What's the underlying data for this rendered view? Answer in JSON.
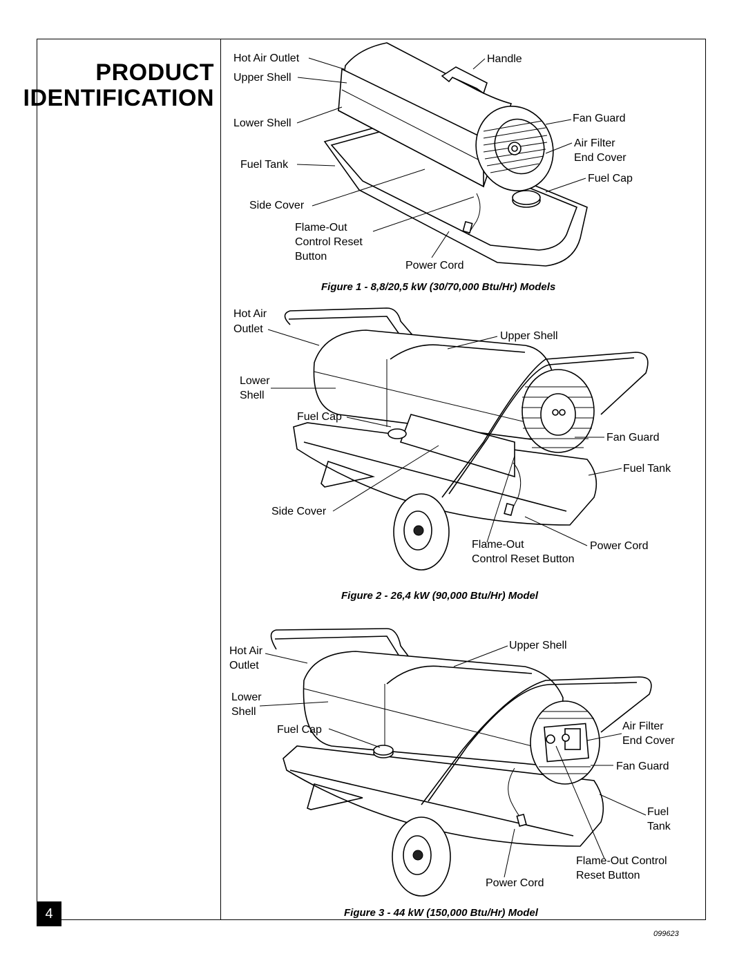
{
  "page": {
    "title_line1": "PRODUCT",
    "title_line2": "IDENTIFICATION",
    "page_number": "4",
    "doc_number": "099623"
  },
  "figure1": {
    "caption": "Figure 1 - 8,8/20,5 kW (30/70,000 Btu/Hr) Models",
    "labels": {
      "hot_air_outlet": "Hot Air Outlet",
      "upper_shell": "Upper Shell",
      "lower_shell": "Lower Shell",
      "fuel_tank": "Fuel Tank",
      "side_cover": "Side Cover",
      "flame_out_1": "Flame-Out",
      "flame_out_2": "Control Reset",
      "flame_out_3": "Button",
      "handle": "Handle",
      "fan_guard": "Fan Guard",
      "air_filter": "Air Filter",
      "end_cover": "End Cover",
      "fuel_cap": "Fuel Cap",
      "power_cord": "Power Cord"
    }
  },
  "figure2": {
    "caption": "Figure 2 - 26,4 kW (90,000 Btu/Hr) Model",
    "labels": {
      "hot_air_1": "Hot Air",
      "hot_air_2": "Outlet",
      "lower_1": "Lower",
      "lower_2": "Shell",
      "fuel_cap": "Fuel Cap",
      "side_cover": "Side Cover",
      "upper_shell": "Upper Shell",
      "fan_guard": "Fan Guard",
      "fuel_tank": "Fuel Tank",
      "flame_out_1": "Flame-Out",
      "flame_out_2": "Control Reset Button",
      "power_cord": "Power Cord"
    }
  },
  "figure3": {
    "caption": "Figure 3 - 44 kW (150,000 Btu/Hr) Model",
    "labels": {
      "hot_air_1": "Hot Air",
      "hot_air_2": "Outlet",
      "lower_1": "Lower",
      "lower_2": "Shell",
      "fuel_cap": "Fuel Cap",
      "upper_shell": "Upper Shell",
      "air_filter": "Air Filter",
      "end_cover": "End Cover",
      "fan_guard": "Fan Guard",
      "fuel_1": "Fuel",
      "fuel_2": "Tank",
      "flame_out_1": "Flame-Out Control",
      "flame_out_2": "Reset Button",
      "power_cord": "Power Cord"
    }
  }
}
